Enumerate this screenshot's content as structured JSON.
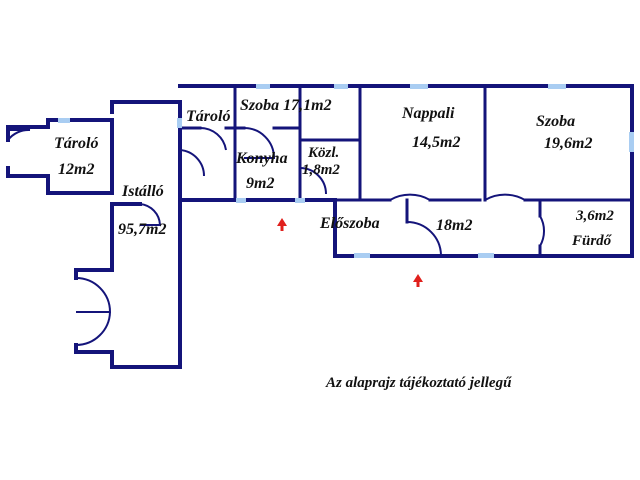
{
  "colors": {
    "walls": "#14147a",
    "windows": "#a9cdf2",
    "entrance_arrows": "#e0201c",
    "text": "#111111",
    "background": "#ffffff"
  },
  "rooms": {
    "taroló_left": {
      "name": "Tároló",
      "area": "12m2"
    },
    "istallo": {
      "name": "Istálló",
      "area": "95,7m2"
    },
    "taroló_small": {
      "name": "Tároló"
    },
    "szoba_small": {
      "name": "Szoba 17,1m2"
    },
    "konyha": {
      "name": "Konyha",
      "area": "9m2"
    },
    "kozl": {
      "name": "Közl.",
      "area": "1,8m2"
    },
    "nappali": {
      "name": "Nappali",
      "area": "14,5m2"
    },
    "szoba_large": {
      "name": "Szoba",
      "area": "19,6m2"
    },
    "eloszoba": {
      "name": "Előszoba",
      "area": "18m2"
    },
    "furdo": {
      "name": "Fürdő",
      "area": "3,6m2"
    }
  },
  "note": "Az alaprajz tájékoztató jellegű",
  "icons": {
    "entrance": "up-arrow-icon"
  }
}
